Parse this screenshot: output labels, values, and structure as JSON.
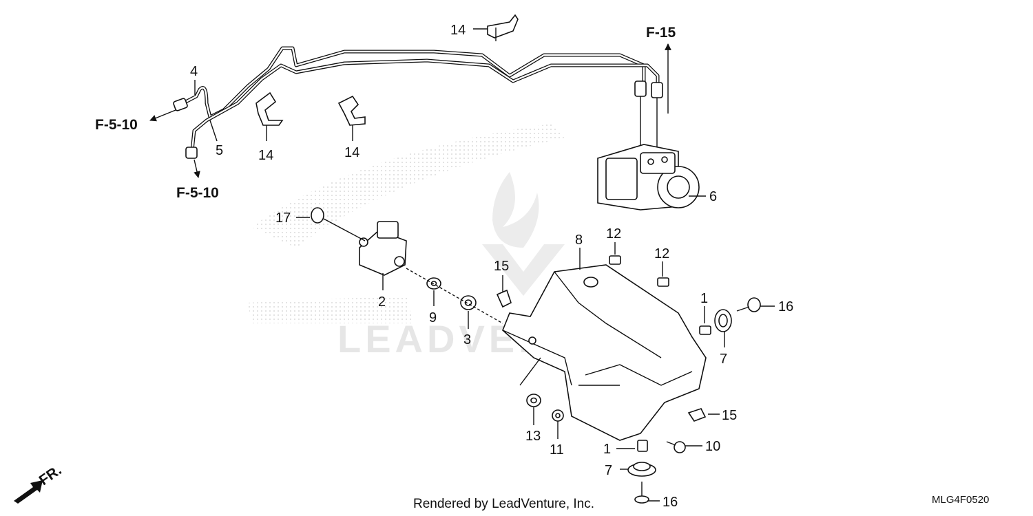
{
  "diagram": {
    "references": {
      "f15": "F-15",
      "f510_upper": "F-5-10",
      "f510_lower": "F-5-10",
      "front": "FR."
    },
    "callouts": {
      "c4": "4",
      "c5": "5",
      "c14a": "14",
      "c14b": "14",
      "c14c": "14",
      "c6": "6",
      "c17": "17",
      "c2": "2",
      "c9": "9",
      "c3": "3",
      "c15a": "15",
      "c8": "8",
      "c12a": "12",
      "c12b": "12",
      "c1a": "1",
      "c16a": "16",
      "c7a": "7",
      "c15b": "15",
      "c13": "13",
      "c11": "11",
      "c1b": "1",
      "c10": "10",
      "c7b": "7",
      "c16b": "16"
    },
    "footer": {
      "credit": "Rendered by LeadVenture, Inc.",
      "diagram_code": "MLG4F0520"
    },
    "watermark": "LEADVENTURE"
  }
}
